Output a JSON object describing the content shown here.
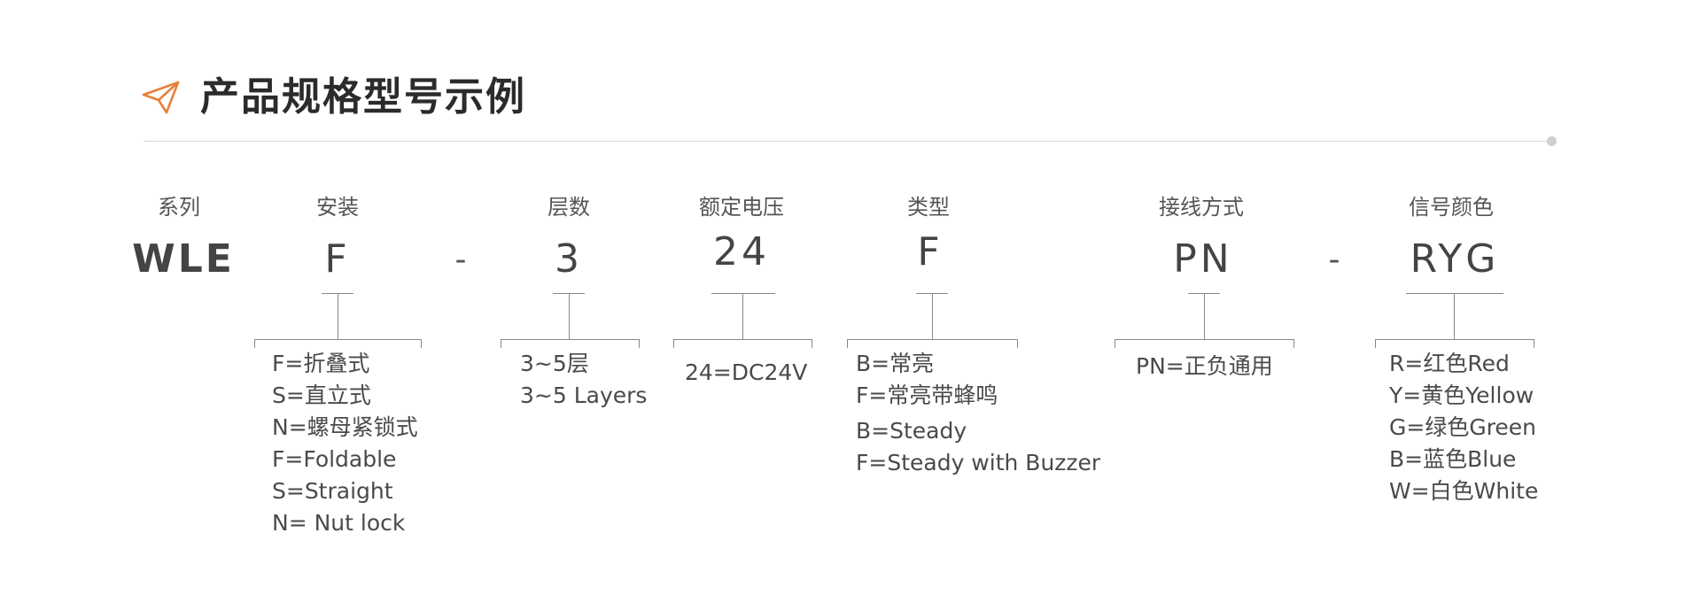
{
  "title": "产品规格型号示例",
  "icons": {
    "title_icon": "paper-plane-icon"
  },
  "colors": {
    "accent": "#e8803a",
    "text": "#444444",
    "line": "#888888"
  },
  "fields": [
    {
      "id": "series",
      "header": "系列",
      "code": "WLE",
      "options": []
    },
    {
      "id": "mount",
      "header": "安装",
      "code": "F",
      "options": [
        "F=折叠式",
        "S=直立式",
        "N=螺母紧锁式",
        "F=Foldable",
        "S=Straight",
        "N= Nut lock"
      ]
    },
    {
      "id": "layers",
      "header": "层数",
      "code": "3",
      "options": [
        "3~5层",
        "3~5 Layers"
      ]
    },
    {
      "id": "voltage",
      "header": "额定电压",
      "code": "24",
      "options": [
        "24=DC24V"
      ]
    },
    {
      "id": "type",
      "header": "类型",
      "code": "F",
      "options": [
        "B=常亮",
        "F=常亮带蜂鸣",
        "B=Steady",
        "F=Steady with Buzzer"
      ]
    },
    {
      "id": "wiring",
      "header": "接线方式",
      "code": "PN",
      "options": [
        "PN=正负通用"
      ]
    },
    {
      "id": "color",
      "header": "信号颜色",
      "code": "RYG",
      "options": [
        "R=红色Red",
        "Y=黄色Yellow",
        "G=绿色Green",
        "B=蓝色Blue",
        "W=白色White"
      ]
    }
  ],
  "separators": [
    "-",
    "-"
  ]
}
